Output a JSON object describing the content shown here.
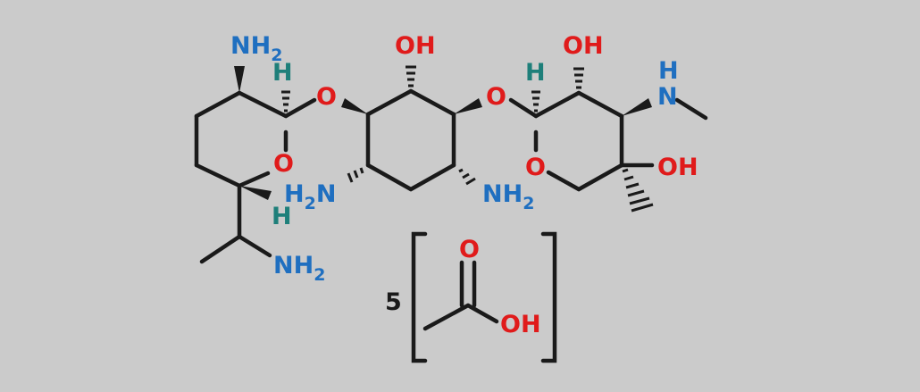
{
  "molecule": {
    "atoms": [
      {
        "id": "nh2-top-left",
        "text": "NH",
        "sub": "2",
        "color": "#1f6fc0"
      },
      {
        "id": "h-top-left",
        "text": "H",
        "sub": "",
        "color": "#1e7f7a"
      },
      {
        "id": "o-link-left",
        "text": "O",
        "sub": "",
        "color": "#e01b1b"
      },
      {
        "id": "o-ring-left",
        "text": "O",
        "sub": "",
        "color": "#e01b1b"
      },
      {
        "id": "h-bottom-left",
        "text": "H",
        "sub": "",
        "color": "#1e7f7a"
      },
      {
        "id": "nh2-side-chain",
        "text": "NH",
        "sub": "2",
        "color": "#1f6fc0"
      },
      {
        "id": "oh-top-center",
        "text": "OH",
        "sub": "",
        "color": "#e01b1b"
      },
      {
        "id": "h2n-center-left",
        "text": "H",
        "sub": "2",
        "tail": "N",
        "color": "#1f6fc0"
      },
      {
        "id": "nh2-center-right",
        "text": "NH",
        "sub": "2",
        "color": "#1f6fc0"
      },
      {
        "id": "o-link-right",
        "text": "O",
        "sub": "",
        "color": "#e01b1b"
      },
      {
        "id": "h-right",
        "text": "H",
        "sub": "",
        "color": "#1e7f7a"
      },
      {
        "id": "oh-top-right",
        "text": "OH",
        "sub": "",
        "color": "#e01b1b"
      },
      {
        "id": "n-methylamino",
        "text": "N",
        "sub": "",
        "color": "#1f6fc0"
      },
      {
        "id": "h-methylamino",
        "text": "H",
        "sub": "",
        "color": "#1f6fc0"
      },
      {
        "id": "oh-right",
        "text": "OH",
        "sub": "",
        "color": "#e01b1b"
      },
      {
        "id": "o-ring-right",
        "text": "O",
        "sub": "",
        "color": "#e01b1b"
      }
    ]
  },
  "acetate": {
    "multiplier": "5",
    "carbonyl_o": "O",
    "hydroxyl": "OH",
    "o_color": "#e01b1b"
  }
}
